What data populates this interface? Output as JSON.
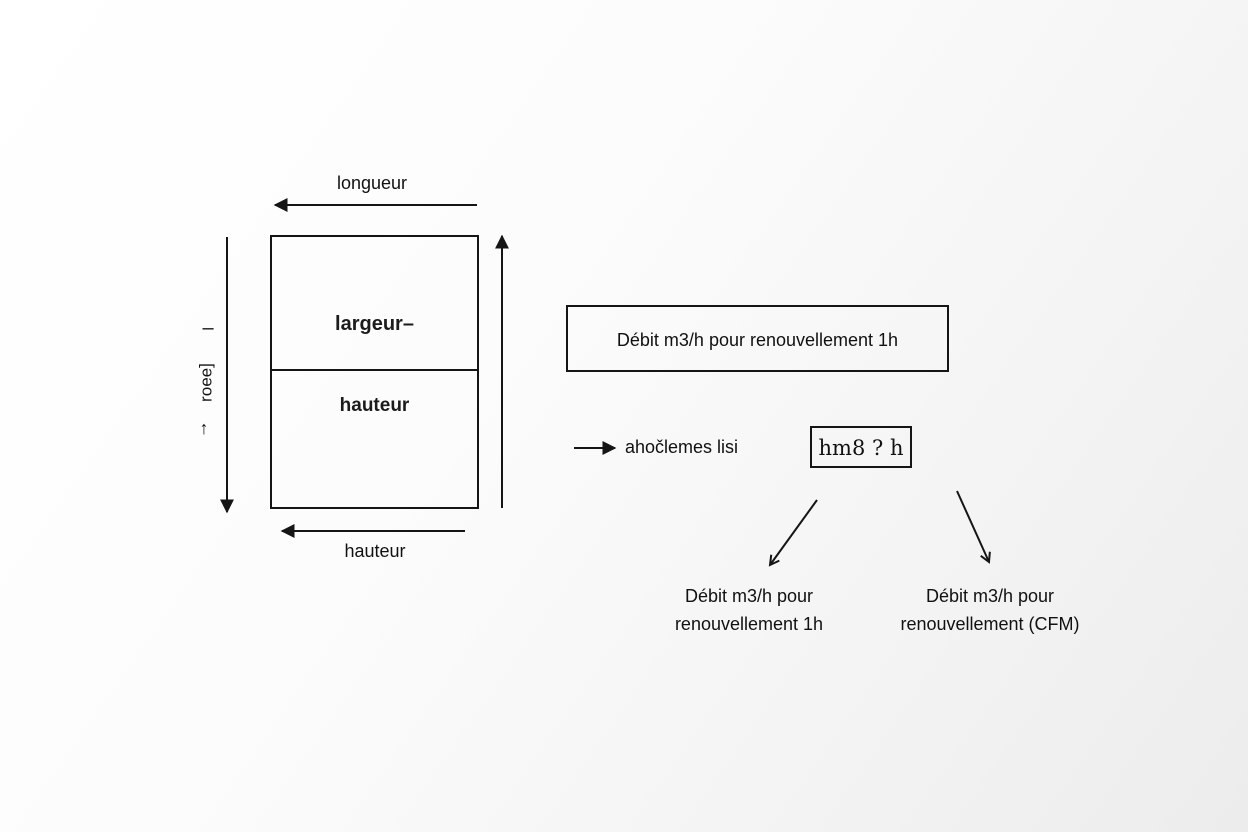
{
  "room": {
    "top_label": "longueur",
    "upper_cell_label": "largeur–",
    "lower_cell_label": "hauteur",
    "bottom_label": "hauteur",
    "left_label_rotated": "[ǝǝoɹ",
    "left_dash": "–",
    "left_arrow_glyph": "↑"
  },
  "flow": {
    "main_box_label": "Débit m3/h pour renouvellement 1h",
    "input_label": "ahočlemes lisi",
    "unit_box_label": "hm8 ? h"
  },
  "results": [
    {
      "line1": "Débit m3/h pour",
      "line2": "renouvellement 1h"
    },
    {
      "line1": "Débit m3/h pour",
      "line2": "renouvellement (CFM)"
    }
  ],
  "colors": {
    "stroke": "#151515",
    "background_light": "#ffffff",
    "background_dark": "#ececec"
  }
}
